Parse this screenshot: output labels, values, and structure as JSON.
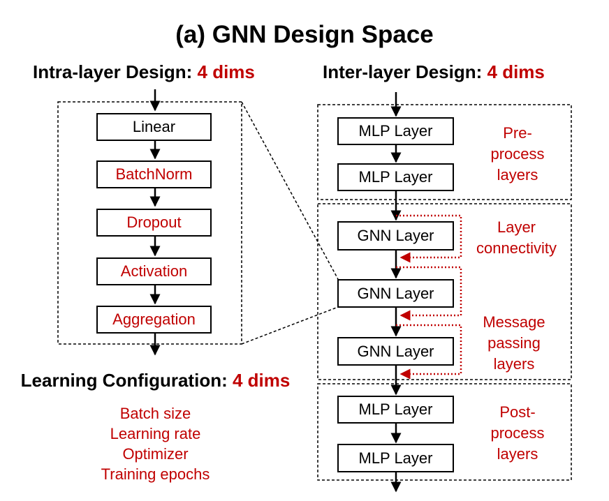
{
  "title": "(a) GNN Design Space",
  "intra": {
    "heading": "Intra-layer Design: ",
    "dims": "4 dims",
    "blocks": [
      "Linear",
      "BatchNorm",
      "Dropout",
      "Activation",
      "Aggregation"
    ]
  },
  "inter": {
    "heading": "Inter-layer Design: ",
    "dims": "4 dims",
    "pre_layers": [
      "MLP Layer",
      "MLP Layer"
    ],
    "gnn_layers": [
      "GNN Layer",
      "GNN Layer",
      "GNN Layer"
    ],
    "post_layers": [
      "MLP Layer",
      "MLP Layer"
    ],
    "pre_label": [
      "Pre-",
      "process",
      "layers"
    ],
    "connectivity_label": [
      "Layer",
      "connectivity"
    ],
    "message_label": [
      "Message",
      "passing",
      "layers"
    ],
    "post_label": [
      "Post-",
      "process",
      "layers"
    ]
  },
  "learning": {
    "heading": "Learning Configuration: ",
    "dims": "4 dims",
    "items": [
      "Batch size",
      "Learning rate",
      "Optimizer",
      "Training epochs"
    ]
  },
  "colors": {
    "accent": "#c00000",
    "line": "#000000"
  }
}
